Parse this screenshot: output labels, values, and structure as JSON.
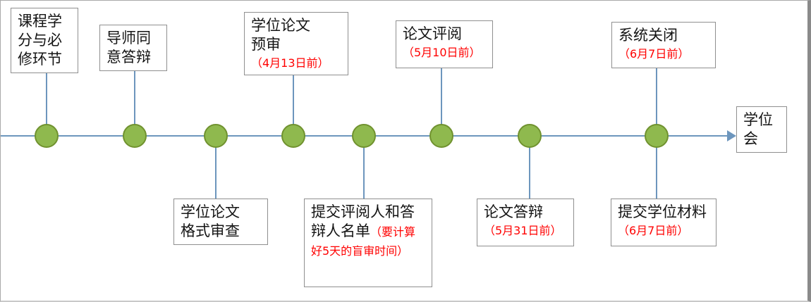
{
  "colors": {
    "node_fill": "#8FB94E",
    "node_border": "#70922F",
    "connector": "#6D96BD",
    "box_border": "#8F8F8F",
    "label_text": "#141414",
    "deadline_text": "#FF0000"
  },
  "timeline": {
    "direction": "left-to-right",
    "node_count": 8,
    "endpoint_label": "学位会"
  },
  "milestones": {
    "course_credits": {
      "label": "课程学分与必修环节",
      "note": ""
    },
    "advisor_approval": {
      "label": "导师同意答辩",
      "note": ""
    },
    "format_check": {
      "label": "学位论文格式审查",
      "note": ""
    },
    "thesis_preliminary_review": {
      "label": "学位论文预审",
      "note": "（4月13日前）"
    },
    "submit_reviewer_list": {
      "label": "提交评阅人和答辩人名单",
      "note": "（要计算好5天的盲审时间）"
    },
    "thesis_review": {
      "label": "论文评阅",
      "note": "（5月10日前）"
    },
    "thesis_defense": {
      "label": "论文答辩",
      "note": "（5月31日前）"
    },
    "system_close": {
      "label": "系统关闭",
      "note": "（6月7日前）"
    },
    "submit_degree_materials": {
      "label": "提交学位材料",
      "note": "（6月7日前）"
    }
  }
}
